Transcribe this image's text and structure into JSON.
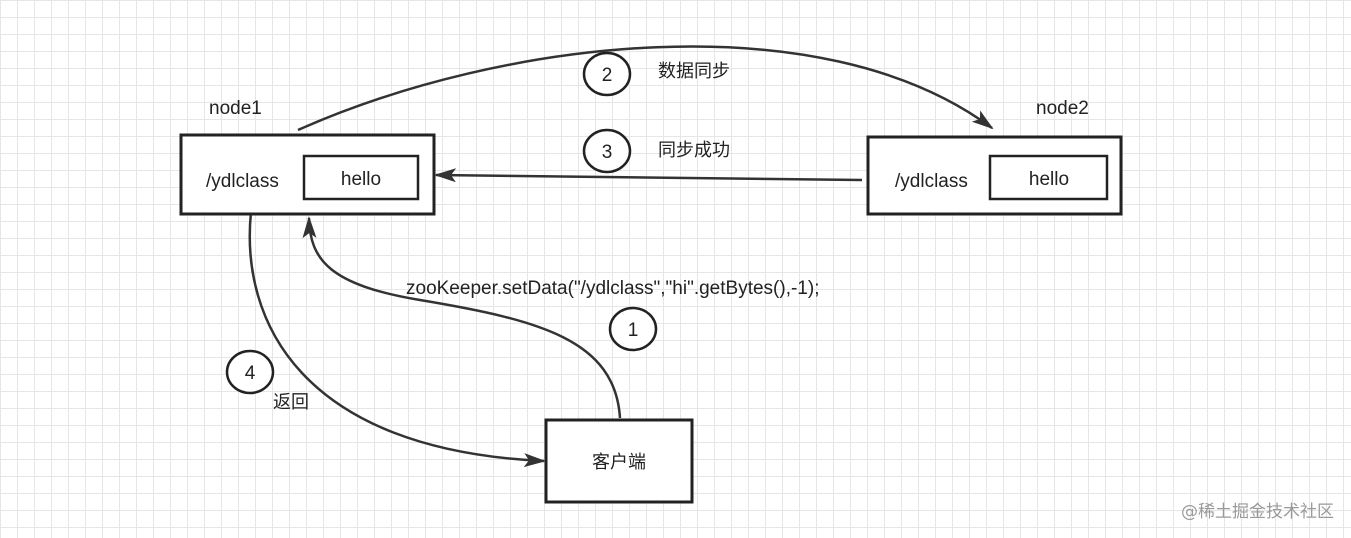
{
  "nodes": {
    "node1": {
      "name": "node1",
      "path": "/ydlclass",
      "value": "hello"
    },
    "node2": {
      "name": "node2",
      "path": "/ydlclass",
      "value": "hello"
    }
  },
  "client": {
    "label": "客户端"
  },
  "steps": [
    {
      "number": "1",
      "label": "zooKeeper.setData(\"/ydlclass\",\"hi\".getBytes(),-1);"
    },
    {
      "number": "2",
      "label": "数据同步"
    },
    {
      "number": "3",
      "label": "同步成功"
    },
    {
      "number": "4",
      "label": "返回"
    }
  ],
  "watermark": "@稀土掘金技术社区",
  "colors": {
    "stroke": "#222222",
    "grid": "#e6e6e6",
    "background": "#ffffff",
    "watermark": "#9a9a9a"
  }
}
